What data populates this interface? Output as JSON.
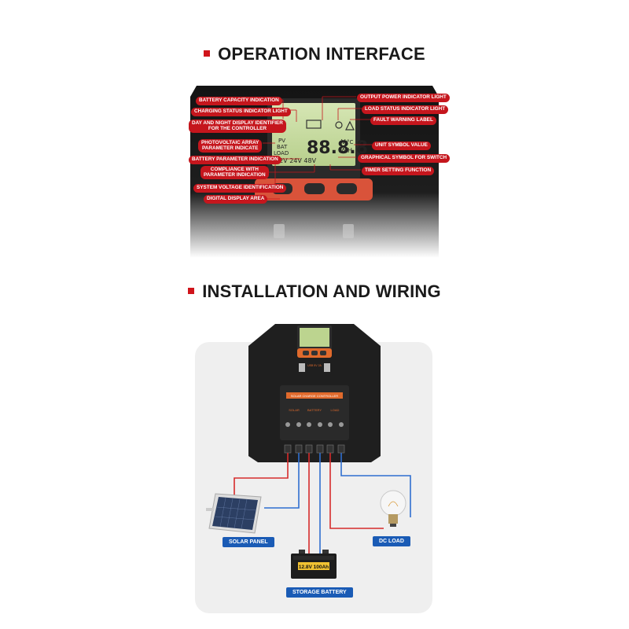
{
  "section1": {
    "title": "OPERATION INTERFACE"
  },
  "section2": {
    "title": "INSTALLATION AND WIRING"
  },
  "callouts_left": [
    "BATTERY CAPACITY INDICATION",
    "CHARGING STATUS INDICATOR LIGHT",
    "DAY AND NIGHT DISPLAY IDENTIFIER\nFOR THE CONTROLLER",
    "PHOTOVOLTAIC ARRAY\nPARAMETER INDICATE",
    "BATTERY PARAMETER INDICATION",
    "COMPLIANCE WITH\nPARAMETER INDICATION",
    "SYSTEM VOLTAGE IDENTIFICATION",
    "DIGITAL DISPLAY AREA"
  ],
  "callouts_right": [
    "OUTPUT POWER INDICATOR LIGHT",
    "LOAD STATUS INDICATOR LIGHT",
    "FAULT WARNING LABEL",
    "UNIT SYMBOL VALUE",
    "GRAPHICAL SYMBOL FOR SWITCH",
    "TIMER SETTING FUNCTION"
  ],
  "lcd": {
    "pv": "PV",
    "bat": "BAT",
    "load": "LOAD",
    "digits": "88.8.8",
    "unit_v": "V",
    "unit_c": "°C",
    "unit_a": "A",
    "unit_h": "H",
    "voltages": "12V 24V 48V"
  },
  "controller": {
    "usb_label": "USB\n5V 2A",
    "brand_banner": "SOLAR CHARGE CONTROLLER",
    "terminals": [
      "SOLAR",
      "BATTERY",
      "LOAD"
    ]
  },
  "labels": {
    "solar_panel": "SOLAR PANEL",
    "dc_load": "DC LOAD",
    "storage_battery": "STORAGE BATTERY",
    "battery_spec": "12.8V 100Ah"
  },
  "colors": {
    "accent": "#c5161d",
    "wire_red": "#d62b2b",
    "wire_blue": "#2f6fd0",
    "tag_blue": "#1a5bb5"
  }
}
